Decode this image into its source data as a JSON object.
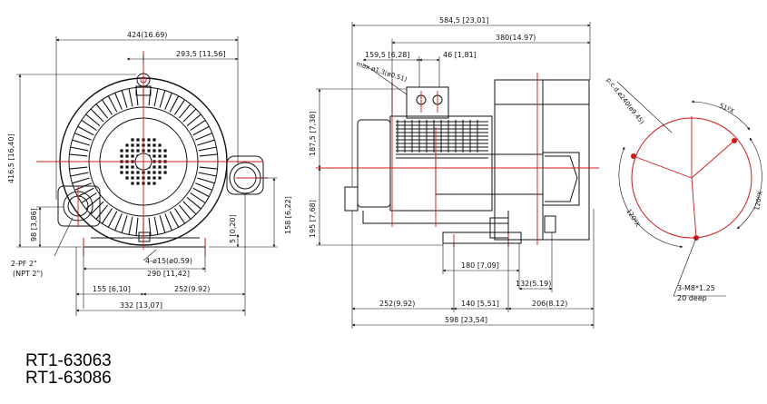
{
  "colors": {
    "ink": "#111111",
    "centerline": "#d01818",
    "background": "#ffffff"
  },
  "front_view": {
    "overall_width": "424(16.69)",
    "outlet_offset": "293,5 [11,56]",
    "height": "416,5 [16,40]",
    "inlet_height": "98 [3,86]",
    "outlet_height": "158 [6,22]",
    "base_offset": "5 [0,20]",
    "pipe_port": "2-PF 2\"",
    "pipe_port_npt": "(NPT 2\")",
    "mount_holes": "4-ø15(ø0.59)",
    "mount_span": "290 [11,42]",
    "left_offset": "155 [6,10]",
    "right_offset": "252(9.92)",
    "base_width": "332 [13,07]"
  },
  "side_view": {
    "overall_length": "584,5 [23,01]",
    "flange_offset": "380(14.97)",
    "box_offset": "159,5 [6,28]",
    "box_width": "46 [1,81]",
    "box_thread": "max ø1,3(ø0.51)",
    "upper_height": "187,5 [7,38]",
    "lower_height": "195 [7,68]",
    "foot_span": "180 [7,09]",
    "foot_offset": "132(5.19)",
    "dim_left": "252(9.92)",
    "dim_mid": "140 [5,51]",
    "dim_right": "206(8.12)",
    "overall_base": "598 [23,54]"
  },
  "flange_view": {
    "pcd": "p.c.d.ø240(ø9.45)",
    "angle_top": "51ºX",
    "angle_right": "120ºX",
    "angle_left": "120ºX",
    "bolts": "3-M8*1.25",
    "depth": "20 deep"
  },
  "models": [
    "RT1-63063",
    "RT1-63086"
  ]
}
